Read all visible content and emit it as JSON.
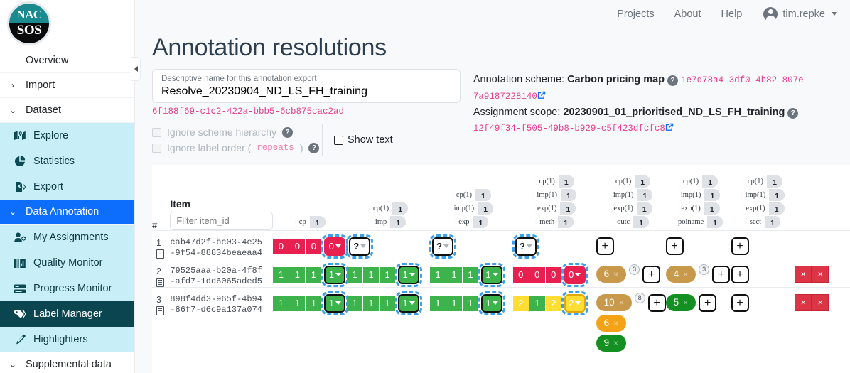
{
  "topnav": {
    "links": [
      {
        "label": "Projects"
      },
      {
        "label": "About"
      },
      {
        "label": "Help"
      }
    ],
    "user": "tim.repke"
  },
  "logo": {
    "line1": "NAC",
    "line2": "SOS"
  },
  "sidebar": {
    "items": [
      {
        "label": "Overview",
        "type": "plain"
      },
      {
        "label": "Import",
        "type": "group",
        "chev": "›"
      },
      {
        "label": "Dataset",
        "type": "group",
        "chev": "⌄"
      },
      {
        "label": "Explore",
        "type": "sub",
        "icon": "map-icon"
      },
      {
        "label": "Statistics",
        "type": "sub",
        "icon": "pie-chart-icon"
      },
      {
        "label": "Export",
        "type": "sub",
        "icon": "export-icon"
      },
      {
        "label": "Data Annotation",
        "type": "group-active",
        "chev": "⌄"
      },
      {
        "label": "My Assignments",
        "type": "sub",
        "icon": "user-add-icon"
      },
      {
        "label": "Quality Monitor",
        "type": "sub",
        "icon": "quality-icon"
      },
      {
        "label": "Progress Monitor",
        "type": "sub",
        "icon": "progress-icon"
      },
      {
        "label": "Label Manager",
        "type": "sub-active",
        "icon": "tag-icon"
      },
      {
        "label": "Highlighters",
        "type": "sub",
        "icon": "highlighter-icon"
      },
      {
        "label": "Supplemental data",
        "type": "group",
        "chev": "⌄"
      }
    ]
  },
  "page": {
    "title": "Annotation resolutions"
  },
  "export": {
    "field_label": "Descriptive name for this annotation export",
    "field_value": "Resolve_20230904_ND_LS_FH_training",
    "uuid": "6f188f69-c1c2-422a-bbb5-6cb875cac2ad",
    "opt_hierarchy": "Ignore scheme hierarchy",
    "opt_order_pre": "Ignore label order (",
    "opt_order_mono": "repeats",
    "opt_order_post": ")",
    "show_text": "Show text",
    "help_glyph": "?"
  },
  "scheme": {
    "label": "Annotation scheme:",
    "name": "Carbon pricing map",
    "uuid": "1e7d78a4-3df0-4b82-807e-7a9187228140",
    "scope_label": "Assignment scope:",
    "scope_name": "20230901_01_prioritised_ND_LS_FH_training",
    "scope_uuid": "12f49f34-f505-49b8-b929-c5f423dfcfc8"
  },
  "table": {
    "num_header": "#",
    "item_header": "Item",
    "filter_placeholder": "Filter item_id",
    "columns": [
      {
        "key": "cp",
        "badges": [
          {
            "k": "cp",
            "v": "1"
          }
        ]
      },
      {
        "key": "imp",
        "badges": [
          {
            "k": "cp(1)",
            "v": "1"
          },
          {
            "k": "imp",
            "v": "1"
          }
        ]
      },
      {
        "key": "exp",
        "badges": [
          {
            "k": "cp(1)",
            "v": "1"
          },
          {
            "k": "imp(1)",
            "v": "1"
          },
          {
            "k": "exp",
            "v": "1"
          }
        ]
      },
      {
        "key": "meth",
        "badges": [
          {
            "k": "cp(1)",
            "v": "1"
          },
          {
            "k": "imp(1)",
            "v": "1"
          },
          {
            "k": "exp(1)",
            "v": "1"
          },
          {
            "k": "meth",
            "v": "1"
          }
        ]
      },
      {
        "key": "outc",
        "badges": [
          {
            "k": "cp(1)",
            "v": "1"
          },
          {
            "k": "imp(1)",
            "v": "1"
          },
          {
            "k": "exp(1)",
            "v": "1"
          },
          {
            "k": "outc",
            "v": "1"
          }
        ]
      },
      {
        "key": "polname",
        "badges": [
          {
            "k": "cp(1)",
            "v": "1"
          },
          {
            "k": "imp(1)",
            "v": "1"
          },
          {
            "k": "exp(1)",
            "v": "1"
          },
          {
            "k": "polname",
            "v": "1"
          }
        ]
      },
      {
        "key": "sect",
        "badges": [
          {
            "k": "cp(1)",
            "v": "1"
          },
          {
            "k": "imp(1)",
            "v": "1"
          },
          {
            "k": "exp(1)",
            "v": "1"
          },
          {
            "k": "sect",
            "v": "1"
          }
        ]
      }
    ],
    "rows": [
      {
        "num": "1",
        "item_id": "cab47d2f-bc03-4e25-9f54-88834beaeaa4",
        "cp": {
          "vals": [
            {
              "t": "0",
              "c": "r"
            },
            {
              "t": "0",
              "c": "r"
            },
            {
              "t": "0",
              "c": "r"
            }
          ],
          "res": {
            "t": "0",
            "c": "r",
            "dd": true
          }
        },
        "imp": {
          "vals": [],
          "res": {
            "t": "?",
            "c": "q",
            "dd": true
          }
        },
        "exp": {
          "vals": [],
          "res": {
            "t": "?",
            "c": "q",
            "dd": true
          }
        },
        "meth": {
          "vals": [],
          "res": {
            "t": "?",
            "c": "q",
            "dd": true
          }
        },
        "outc": {
          "pills": [],
          "plus": "+"
        },
        "polname": {
          "pills": [],
          "plus": "+"
        },
        "sect": {
          "pills": [],
          "plus": "+"
        },
        "actions": []
      },
      {
        "num": "2",
        "item_id": "79525aaa-b20a-4f8f-afd7-1dd6065aded5",
        "cp": {
          "vals": [
            {
              "t": "1",
              "c": "g"
            },
            {
              "t": "1",
              "c": "g"
            },
            {
              "t": "1",
              "c": "g"
            }
          ],
          "res": {
            "t": "1",
            "c": "g",
            "dd": true
          }
        },
        "imp": {
          "vals": [
            {
              "t": "1",
              "c": "g"
            },
            {
              "t": "1",
              "c": "g"
            },
            {
              "t": "1",
              "c": "g"
            }
          ],
          "res": {
            "t": "1",
            "c": "g",
            "dd": true
          }
        },
        "exp": {
          "vals": [
            {
              "t": "1",
              "c": "g"
            },
            {
              "t": "1",
              "c": "g"
            },
            {
              "t": "1",
              "c": "g"
            }
          ],
          "res": {
            "t": "1",
            "c": "g",
            "dd": true
          }
        },
        "meth": {
          "vals": [
            {
              "t": "0",
              "c": "r"
            },
            {
              "t": "0",
              "c": "r"
            },
            {
              "t": "0",
              "c": "r"
            }
          ],
          "res": {
            "t": "0",
            "c": "r",
            "dd": true
          }
        },
        "outc": {
          "pills": [
            {
              "t": "6",
              "c": "tan"
            }
          ],
          "count": "3",
          "plus": "+"
        },
        "polname": {
          "pills": [
            {
              "t": "4",
              "c": "tan"
            }
          ],
          "count": "3",
          "plus": "+"
        },
        "sect": {
          "pills": [],
          "plus": "+"
        },
        "actions": [
          "×",
          "×"
        ]
      },
      {
        "num": "3",
        "item_id": "898f4dd3-965f-4b94-86f7-d6c9a137a074",
        "cp": {
          "vals": [
            {
              "t": "1",
              "c": "g"
            },
            {
              "t": "1",
              "c": "g"
            },
            {
              "t": "1",
              "c": "g"
            }
          ],
          "res": {
            "t": "1",
            "c": "g",
            "dd": true
          }
        },
        "imp": {
          "vals": [
            {
              "t": "1",
              "c": "g"
            },
            {
              "t": "1",
              "c": "g"
            },
            {
              "t": "1",
              "c": "g"
            }
          ],
          "res": {
            "t": "1",
            "c": "g",
            "dd": true
          }
        },
        "exp": {
          "vals": [
            {
              "t": "1",
              "c": "g"
            },
            {
              "t": "1",
              "c": "g"
            },
            {
              "t": "1",
              "c": "g"
            }
          ],
          "res": {
            "t": "1",
            "c": "g",
            "dd": true
          }
        },
        "meth": {
          "vals": [
            {
              "t": "2",
              "c": "y"
            },
            {
              "t": "1",
              "c": "g"
            },
            {
              "t": "2",
              "c": "y"
            }
          ],
          "res": {
            "t": "2",
            "c": "y",
            "dd": true
          }
        },
        "outc": {
          "pills": [
            {
              "t": "10",
              "c": "tan"
            },
            {
              "t": "6",
              "c": "orange"
            },
            {
              "t": "9",
              "c": "green"
            }
          ],
          "count": "8",
          "plus": "+"
        },
        "polname": {
          "pills": [
            {
              "t": "5",
              "c": "green"
            }
          ],
          "plus": "+"
        },
        "sect": {
          "pills": [],
          "plus": "+"
        },
        "actions": [
          "×",
          "×"
        ]
      }
    ],
    "pill_remove_glyph": "×",
    "plus_glyph": "+"
  },
  "colors": {
    "green": "#3cb44b",
    "red": "#e8204f",
    "yellow": "#ffdd33",
    "tan": "#c8994a",
    "orange": "#f5a316",
    "dark_green": "#148f21",
    "accent_blue": "#0d6efd",
    "teal": "#0b4650",
    "pink": "#e83e8c"
  }
}
